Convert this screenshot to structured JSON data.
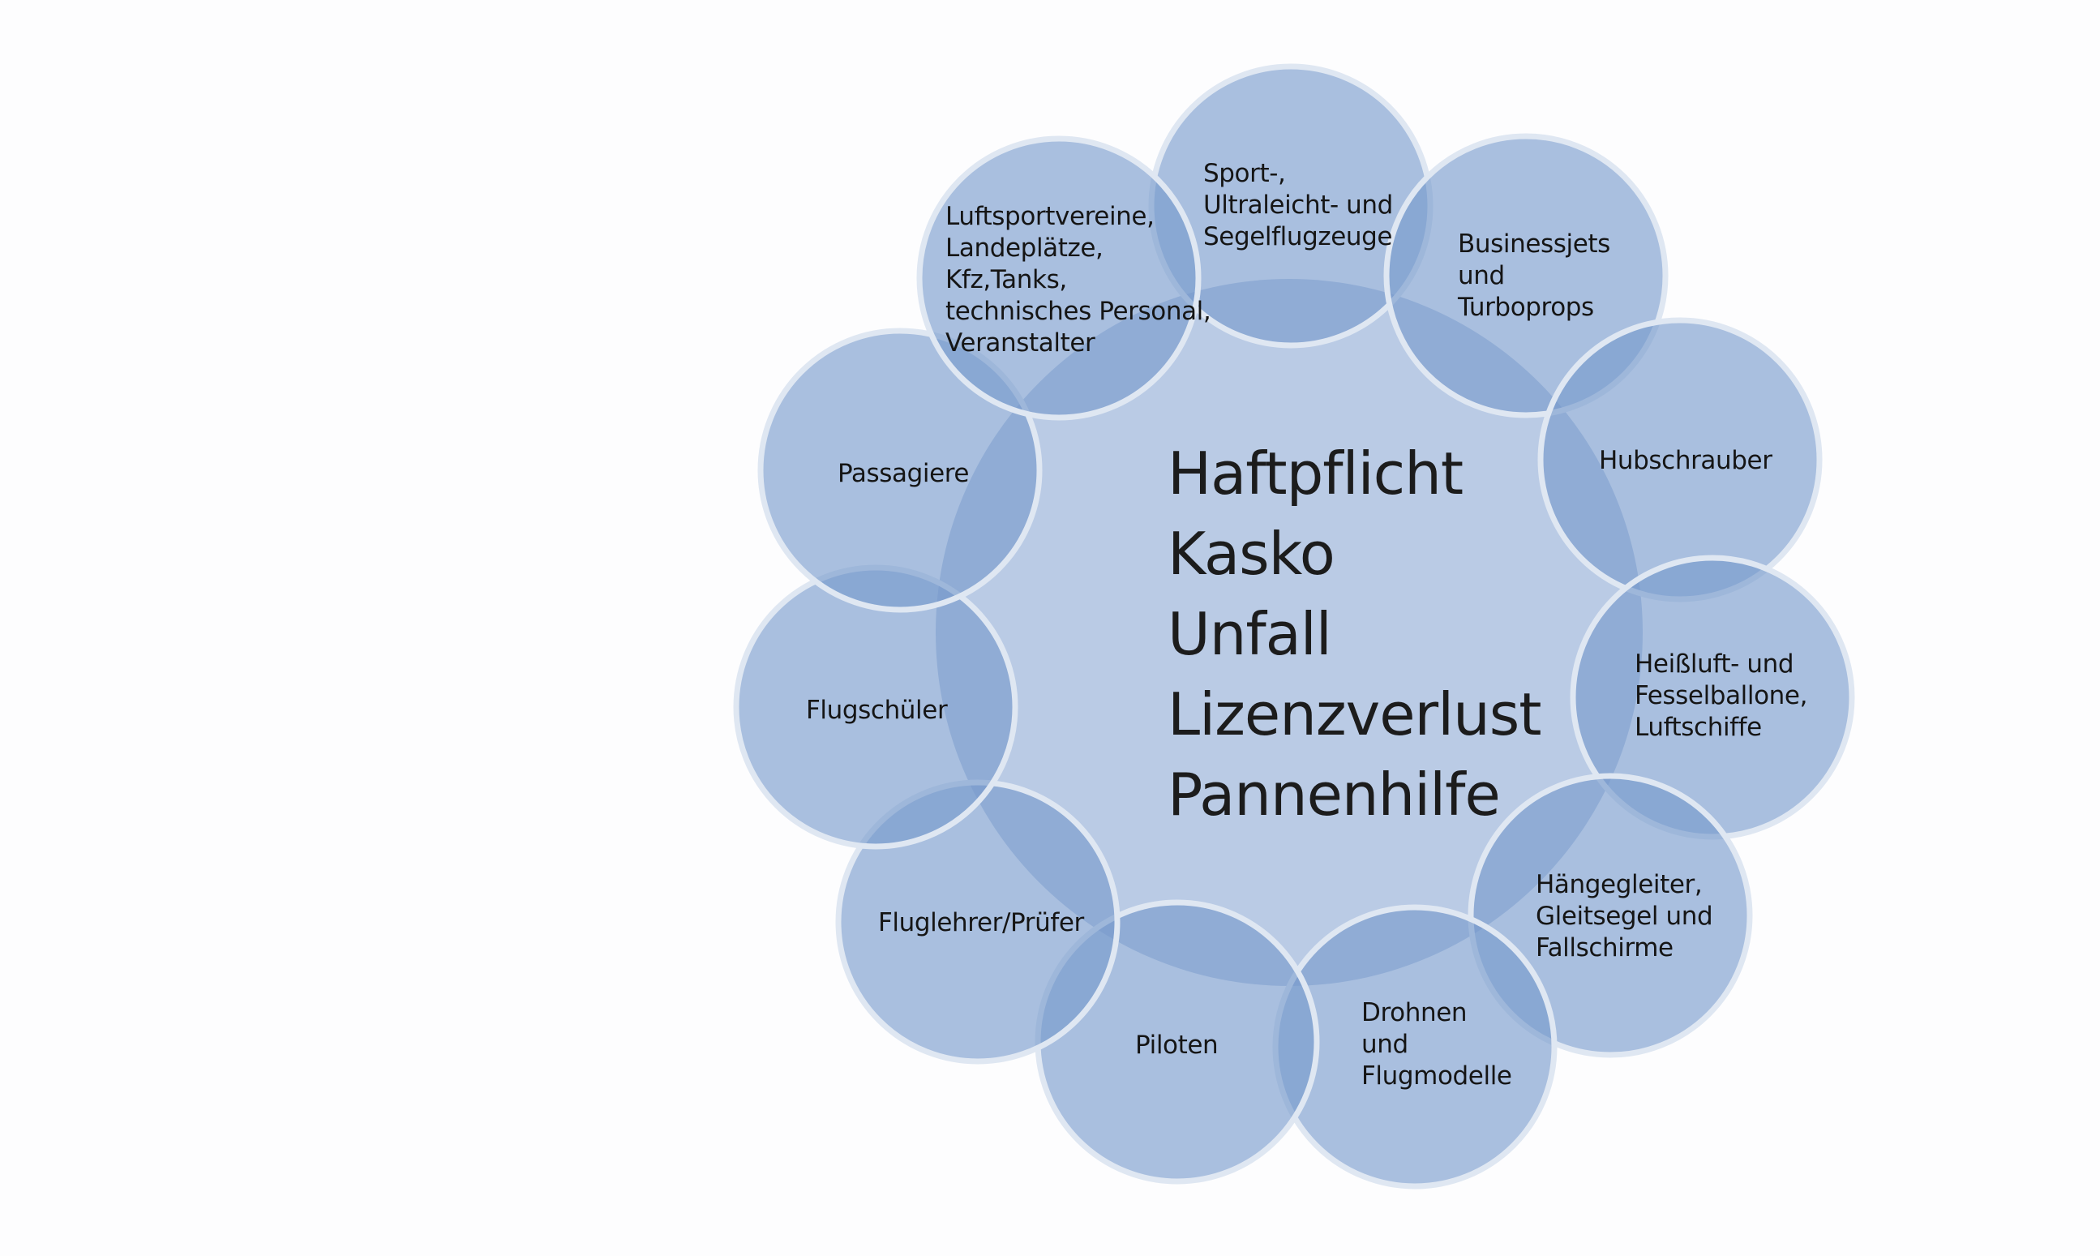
{
  "center": {
    "lines": [
      "Haftpflicht",
      "Kasko",
      "Unfall",
      "Lizenzverlust",
      "Pannenhilfe"
    ]
  },
  "satellites": [
    {
      "id": "sport",
      "label": "Sport-,\nUltraleicht- und\nSegelflugzeuge"
    },
    {
      "id": "businessjets",
      "label": "Businessjets\nund\nTurboprops"
    },
    {
      "id": "hubschrauber",
      "label": "Hubschrauber"
    },
    {
      "id": "heissluft",
      "label": "Heißluft- und\nFesselballone,\nLuftschiffe"
    },
    {
      "id": "haengegleiter",
      "label": "Hängegleiter,\nGleitsegel und\nFallschirme"
    },
    {
      "id": "drohnen",
      "label": "Drohnen\nund\nFlugmodelle"
    },
    {
      "id": "piloten",
      "label": "Piloten"
    },
    {
      "id": "fluglehrer",
      "label": "Fluglehrer/Prüfer"
    },
    {
      "id": "flugschueler",
      "label": "Flugschüler"
    },
    {
      "id": "passagiere",
      "label": "Passagiere"
    },
    {
      "id": "luftsportvereine",
      "label": "Luftsportvereine,\nLandeplätze,\nKfz,Tanks,\ntechnisches Personal,\nVeranstalter"
    }
  ],
  "colors": {
    "background": "#fdfdfe",
    "center_fill": "#bacbe5",
    "satellite_fill": "#7699cb",
    "satellite_stroke": "#dfe7f2",
    "text": "#151515"
  }
}
